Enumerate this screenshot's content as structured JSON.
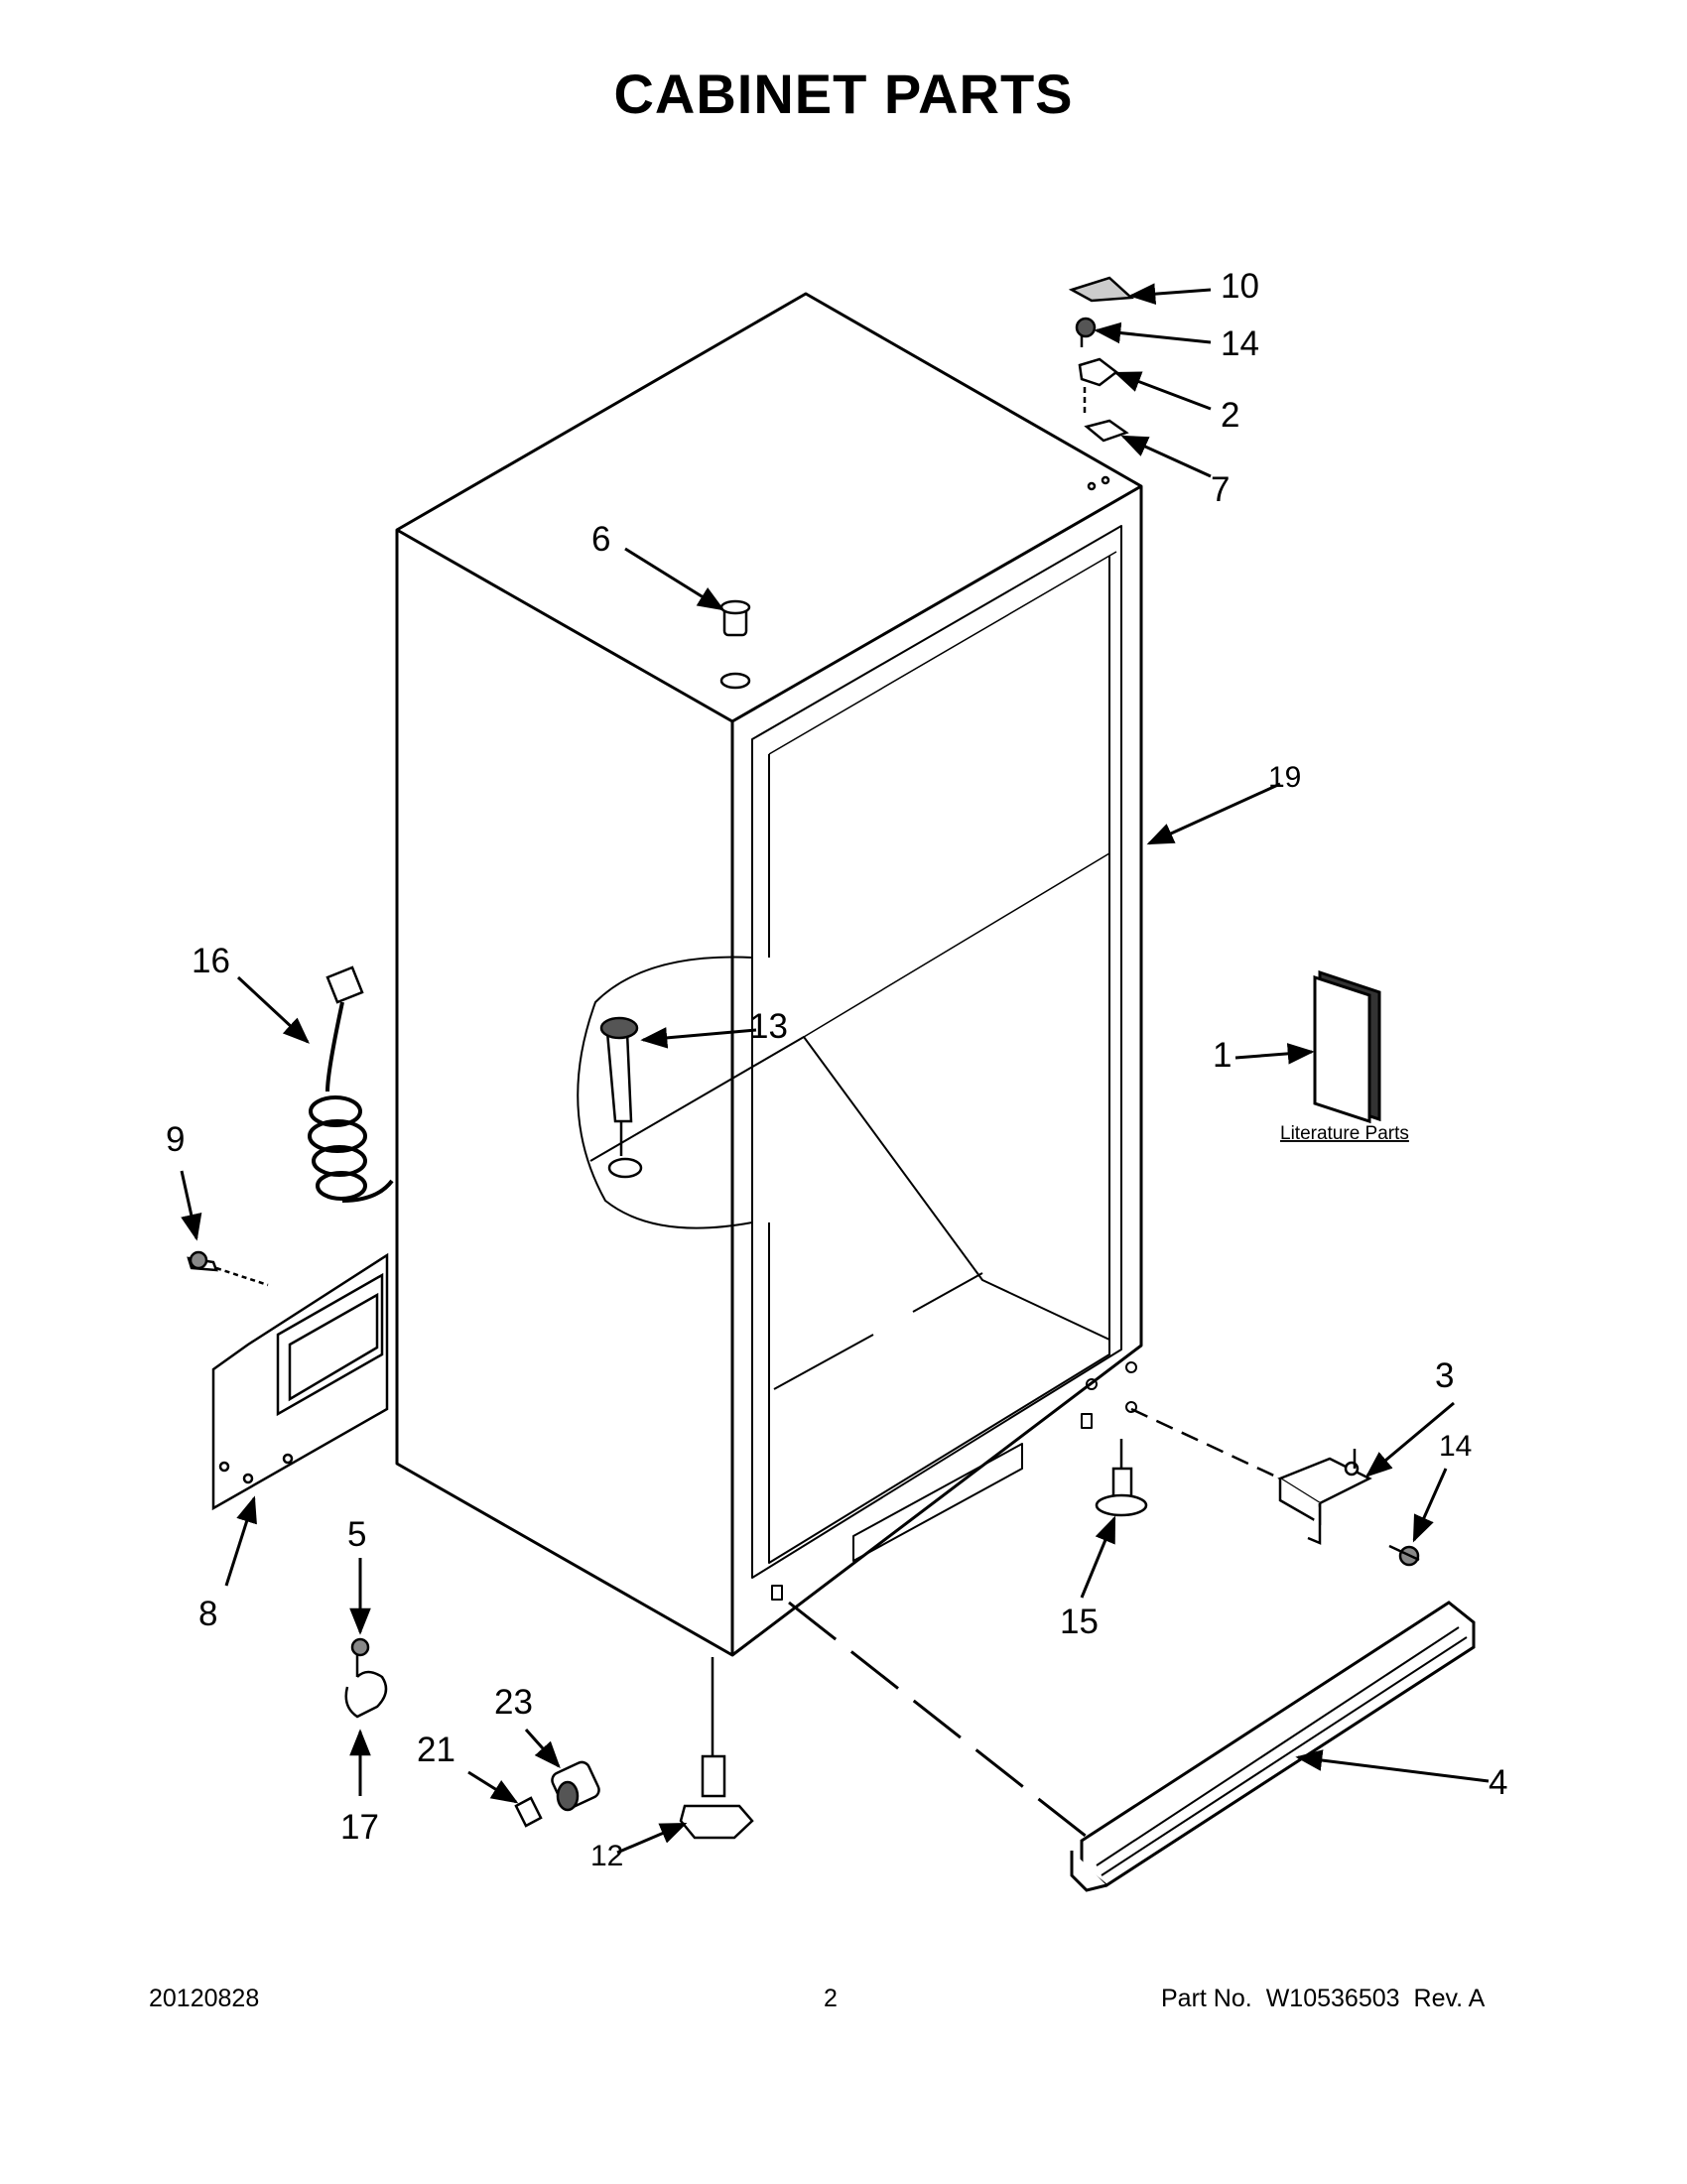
{
  "title": "CABINET PARTS",
  "literature_label": "Literature Parts",
  "callouts": {
    "c1": "1",
    "c2": "2",
    "c3": "3",
    "c4": "4",
    "c5": "5",
    "c6": "6",
    "c7": "7",
    "c8": "8",
    "c9": "9",
    "c10": "10",
    "c12": "12",
    "c13": "13",
    "c14a": "14",
    "c14b": "14",
    "c15": "15",
    "c16": "16",
    "c17": "17",
    "c19": "19",
    "c21": "21",
    "c23": "23"
  },
  "footer": {
    "date": "20120828",
    "page": "2",
    "part_label": "Part No.",
    "part_number": "W10536503",
    "rev": "Rev.  A"
  }
}
